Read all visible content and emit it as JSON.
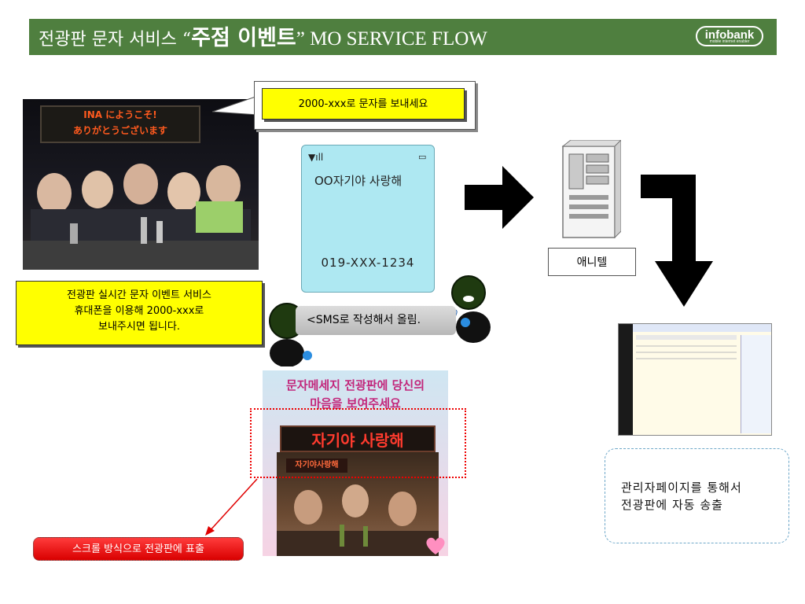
{
  "header": {
    "title_part1": "전광판 문자 서비스 “",
    "title_part2": "주점 이벤트",
    "title_part3": "” MO SERVICE FLOW",
    "logo_text": "infobank",
    "logo_sub": "mobile internet enabler"
  },
  "photo": {
    "sign_line1": "INA にようこそ!",
    "sign_line2": "ありがとうございます"
  },
  "callout_top": "2000-xxx로 문자를 보내세요",
  "event_desc": {
    "line1": "전광판 실시간 문자 이벤트 서비스",
    "line2": "휴대폰을 이용해 2000-xxx로",
    "line3": "보내주시면 됩니다."
  },
  "phone": {
    "message": "OO자기야 사랑해",
    "number": "019-XXX-1234",
    "signal_icon": "signal-icon",
    "battery_icon": "battery-icon"
  },
  "server": {
    "label": "애니텔"
  },
  "sms_bar": "<SMS로 작성해서 올림.",
  "poster": {
    "title_line1": "문자메세지 전광판에 당신의",
    "title_line2": "마음을 보여주세요",
    "led_text": "자기야 사랑해",
    "small_sign": "자기야사랑해"
  },
  "scroll_label": "스크롤 방식으로 전광판에 표출",
  "admin_desc": {
    "line1": "관리자페이지를 통해서",
    "line2": "전광판에 자동 송출"
  },
  "colors": {
    "header_bg": "#4f7f3f",
    "highlight_yellow": "#ffff00",
    "phone_screen": "#aee8f2",
    "accent_red": "#e00000"
  }
}
